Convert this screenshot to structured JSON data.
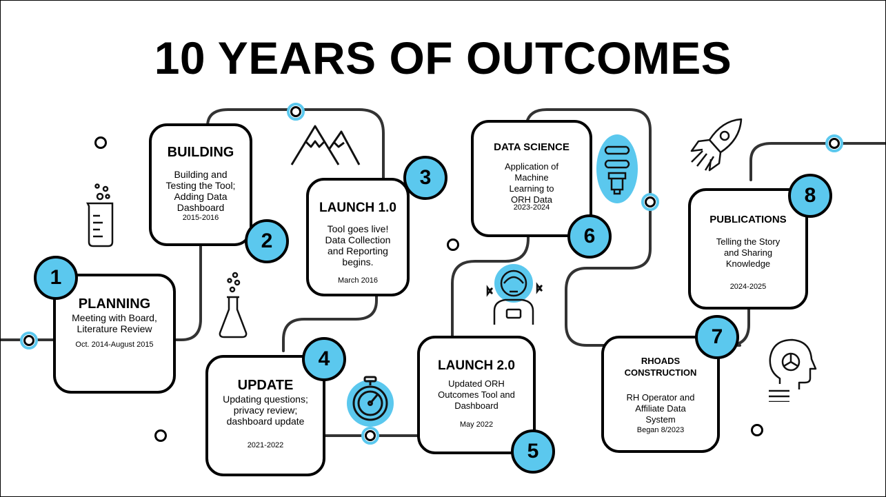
{
  "title": "10 YEARS OF OUTCOMES",
  "accent_color": "#5bc8ee",
  "milestones": [
    {
      "number": "1",
      "title": "PLANNING",
      "description": "Meeting with Board, Literature Review",
      "date": "Oct. 2014-August 2015"
    },
    {
      "number": "2",
      "title": "BUILDING",
      "description": "Building and Testing the Tool; Adding Data Dashboard",
      "date": "2015-2016"
    },
    {
      "number": "3",
      "title": "LAUNCH 1.0",
      "description": "Tool goes live! Data Collection and Reporting begins.",
      "date": "March 2016"
    },
    {
      "number": "4",
      "title": "UPDATE",
      "description": "Updating questions; privacy review; dashboard update",
      "date": "2021-2022"
    },
    {
      "number": "5",
      "title": "LAUNCH 2.0",
      "description": "Updated ORH Outcomes Tool and Dashboard",
      "date": "May 2022"
    },
    {
      "number": "6",
      "title": "DATA SCIENCE",
      "description": "Application of Machine Learning to ORH Data",
      "date": "2023-2024"
    },
    {
      "number": "7",
      "title": "RHOADS CONSTRUCTION",
      "description": "RH Operator and Affiliate Data System",
      "date": "Began 8/2023"
    },
    {
      "number": "8",
      "title": "PUBLICATIONS",
      "description": "Telling the Story and Sharing Knowledge",
      "date": "2024-2025"
    }
  ],
  "icons": [
    "beaker-icon",
    "flask-icon",
    "mountains-icon",
    "stopwatch-icon",
    "astronaut-icon",
    "lightbulb-icon",
    "rocket-icon",
    "ai-head-icon"
  ]
}
